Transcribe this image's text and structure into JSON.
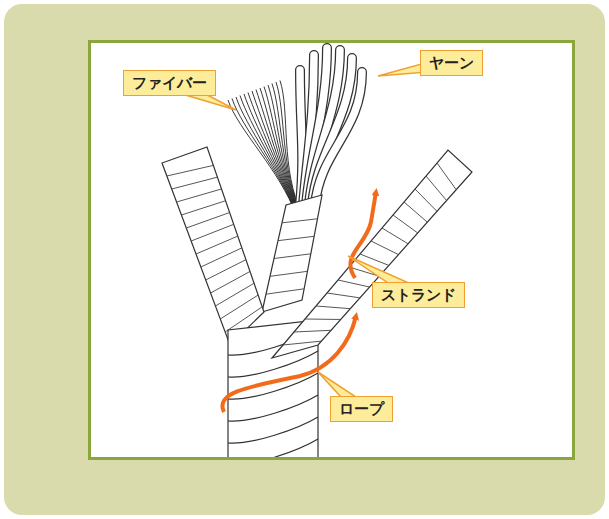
{
  "diagram": {
    "nodes": [
      {
        "text": [
          "ファイバー"
        ]
      },
      {
        "text": [
          "ヤーン"
        ]
      },
      {
        "text": [
          "ストランド"
        ]
      },
      {
        "text": [
          "ロープ"
        ]
      }
    ]
  }
}
